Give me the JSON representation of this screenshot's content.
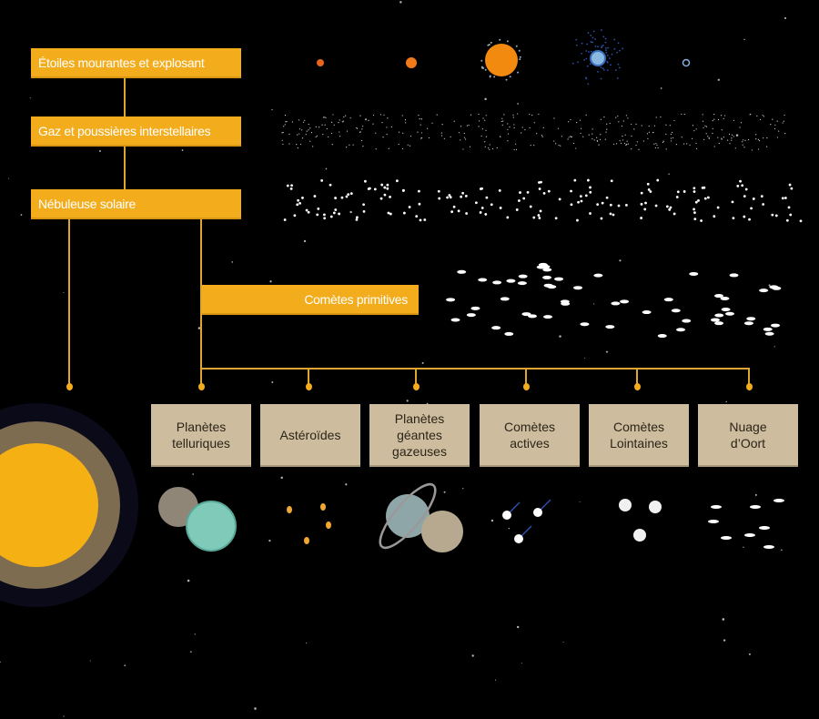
{
  "hierarchy": {
    "sources": [
      "Étoiles mourantes et explosant",
      "Gaz et poussières interstellaires",
      "Nébuleuse solaire"
    ],
    "branch": "Comètes primitives",
    "outcomes": [
      {
        "line1": "Planètes",
        "line2": "telluriques",
        "line3": ""
      },
      {
        "line1": "Astéroïdes",
        "line2": "",
        "line3": ""
      },
      {
        "line1": "Planètes",
        "line2": "géantes",
        "line3": "gazeuses"
      },
      {
        "line1": "Comètes",
        "line2": "actives",
        "line3": ""
      },
      {
        "line1": "Comètes",
        "line2": "Lointaines",
        "line3": ""
      },
      {
        "line1": "Nuage",
        "line2": "d’Oort",
        "line3": ""
      }
    ]
  },
  "colors": {
    "accent": "#f2ac1c",
    "box": "#cdbd9e",
    "sun": "#f5b014",
    "sun_ring": "#7d6c50"
  }
}
